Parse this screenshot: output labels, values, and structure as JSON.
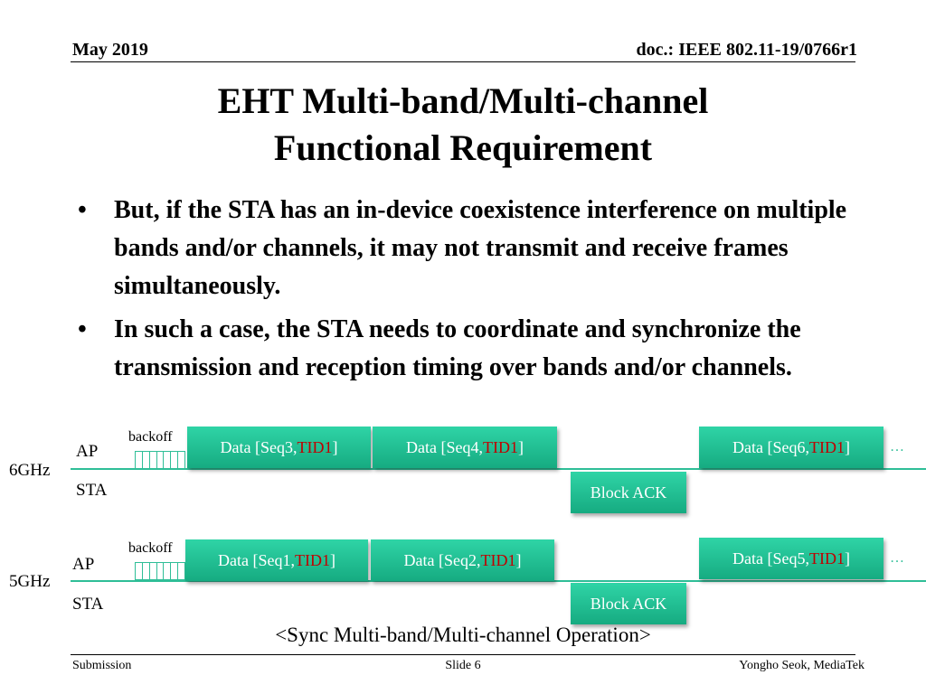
{
  "header": {
    "date": "May 2019",
    "doc": "doc.: IEEE 802.11-19/0766r1"
  },
  "title": {
    "line1": "EHT Multi-band/Multi-channel",
    "line2": "Functional Requirement"
  },
  "bullets": [
    "But, if the STA has an in-device coexistence interference on multiple bands and/or channels, it may not transmit and receive frames simultaneously.",
    "In such a case, the STA needs to coordinate and synchronize the transmission and reception timing over bands and/or channels."
  ],
  "bullet_symbol": "•",
  "diagram": {
    "band_6ghz": {
      "band": "6GHz",
      "ap": "AP",
      "sta": "STA",
      "backoff": "backoff",
      "frames": [
        {
          "prefix": "Data [Seq3, ",
          "tid": "TID1",
          "suffix": "]"
        },
        {
          "prefix": "Data [Seq4, ",
          "tid": "TID1",
          "suffix": "]"
        },
        {
          "prefix": "Data [Seq6, ",
          "tid": "TID1",
          "suffix": "]"
        }
      ],
      "ack": "Block ACK",
      "continuation": "…"
    },
    "band_5ghz": {
      "band": "5GHz",
      "ap": "AP",
      "sta": "STA",
      "backoff": "backoff",
      "frames": [
        {
          "prefix": "Data [Seq1, ",
          "tid": "TID1",
          "suffix": "]"
        },
        {
          "prefix": "Data [Seq2, ",
          "tid": "TID1",
          "suffix": "]"
        },
        {
          "prefix": "Data [Seq5, ",
          "tid": "TID1",
          "suffix": "]"
        }
      ],
      "ack": "Block ACK",
      "continuation": "…"
    },
    "caption": "<Sync Multi-band/Multi-channel Operation>",
    "colors": {
      "frame": "#1dbf91",
      "tid": "#c00000",
      "line": "#2fbe97"
    }
  },
  "footer": {
    "left": "Submission",
    "center": "Slide 6",
    "right": "Yongho Seok, MediaTek"
  }
}
